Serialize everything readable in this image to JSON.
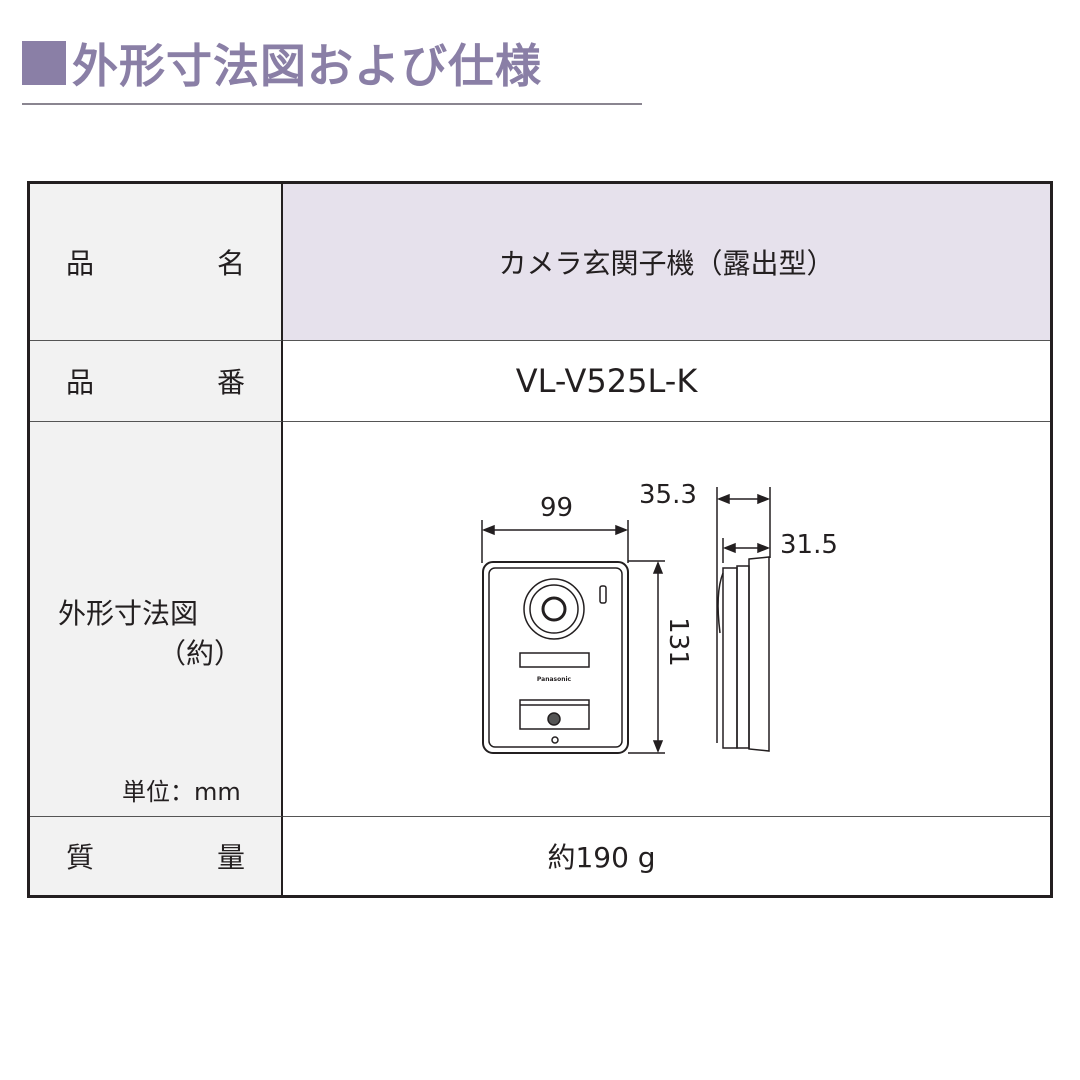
{
  "title": "外形寸法図および仕様",
  "colors": {
    "accent": "#8a7fa6",
    "header_bg": "#e6e1ec",
    "label_bg": "#f2f2f2"
  },
  "rows": [
    {
      "label_a": "品",
      "label_b": "名",
      "value": "カメラ玄関子機（露出型）"
    },
    {
      "label_a": "品",
      "label_b": "番",
      "value": "VL-V525L-K"
    },
    {
      "label": "外形寸法図",
      "label_sub": "（約）",
      "unit": "単位：mm",
      "dimensions": {
        "width": "99",
        "height": "131",
        "depth_total": "35.3",
        "depth_body": "31.5"
      }
    },
    {
      "label_a": "質",
      "label_b": "量",
      "value": "約190 g"
    }
  ]
}
